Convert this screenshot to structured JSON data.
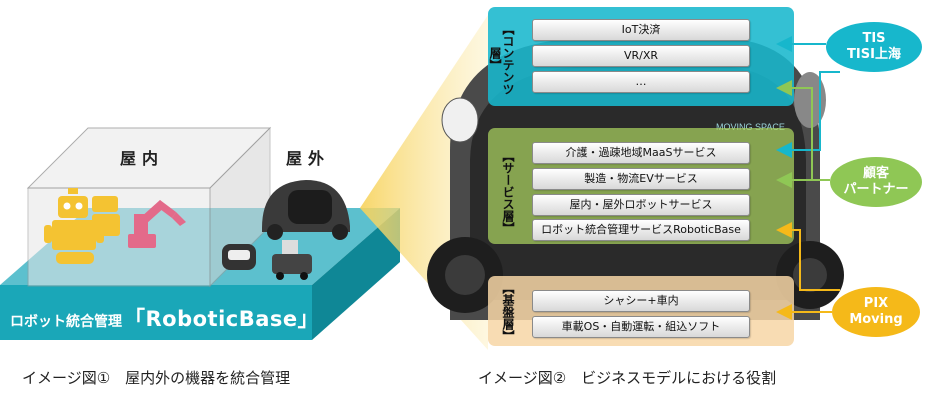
{
  "left": {
    "indoor_label": "屋内",
    "outdoor_label": "屋外",
    "platform_label_prefix": "ロボット統合管理",
    "platform_label_main": "「RoboticBase」",
    "caption": "イメージ図①　屋内外の機器を統合管理"
  },
  "right": {
    "caption": "イメージ図②　ビジネスモデルにおける役割",
    "layers": {
      "content": {
        "title": "【コンテンツ層】",
        "boxes": [
          "IoT決済",
          "VR/XR",
          "…"
        ]
      },
      "service": {
        "title": "【サービス層】",
        "boxes": [
          "介護・過疎地域MaaSサービス",
          "製造・物流EVサービス",
          "屋内・屋外ロボットサービス",
          "ロボット統合管理サービスRoboticBase"
        ]
      },
      "base": {
        "title": "【基盤層】",
        "boxes": [
          "シャシー+車内",
          "車載OS・自動運転・組込ソフト"
        ]
      }
    },
    "vehicle_text": "MOVING SPACE",
    "partners": {
      "tis": {
        "line1": "TIS",
        "line2": "TISI上海"
      },
      "customer": {
        "line1": "顧客",
        "line2": "パートナー"
      },
      "pix": {
        "line1": "PIX",
        "line2": "Moving"
      }
    }
  },
  "colors": {
    "teal": "#17b7cc",
    "green": "#8fc755",
    "orange": "#f5b919",
    "platform": "#1aa7b8"
  }
}
